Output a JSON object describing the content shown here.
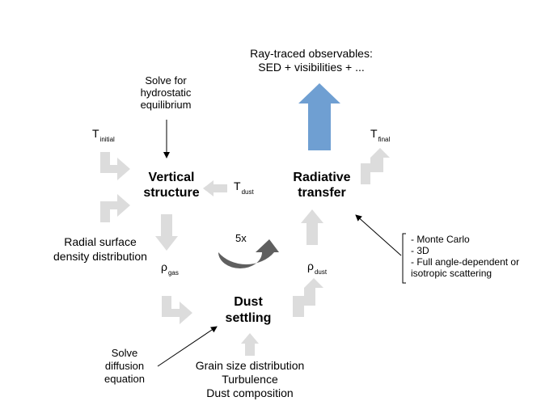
{
  "observables": {
    "line1": "Ray-traced observables:",
    "line2": "SED + visibilities + ..."
  },
  "hydrostatic": {
    "line1": "Solve for",
    "line2": "hydrostatic",
    "line3": "equilibrium"
  },
  "t_initial": {
    "symbol": "T",
    "sub": "initial"
  },
  "t_final": {
    "symbol": "T",
    "sub": "final"
  },
  "t_dust": {
    "symbol": "T",
    "sub": "dust"
  },
  "vertical_structure": {
    "line1": "Vertical",
    "line2": "structure"
  },
  "radiative_transfer": {
    "line1": "Radiative",
    "line2": "transfer"
  },
  "radial_surface": {
    "line1": "Radial surface",
    "line2": "density distribution"
  },
  "loop_label": "5x",
  "rho_gas": {
    "symbol": "ρ",
    "sub": "gas"
  },
  "rho_dust": {
    "symbol": "ρ",
    "sub": "dust"
  },
  "mc_notes": {
    "line1": "- Monte Carlo",
    "line2": "- 3D",
    "line3": "- Full angle-dependent or",
    "line4": "isotropic scattering"
  },
  "dust_settling": {
    "line1": "Dust",
    "line2": "settling"
  },
  "diffusion": {
    "line1": "Solve",
    "line2": "diffusion",
    "line3": "equation"
  },
  "grain": {
    "line1": "Grain size distribution",
    "line2": "Turbulence",
    "line3": "Dust composition"
  },
  "colors": {
    "flow_arrow": "#dcdcdc",
    "observables_arrow": "#6f9fd2",
    "loop_arrow": "#5f5f5f",
    "line": "#000000"
  }
}
